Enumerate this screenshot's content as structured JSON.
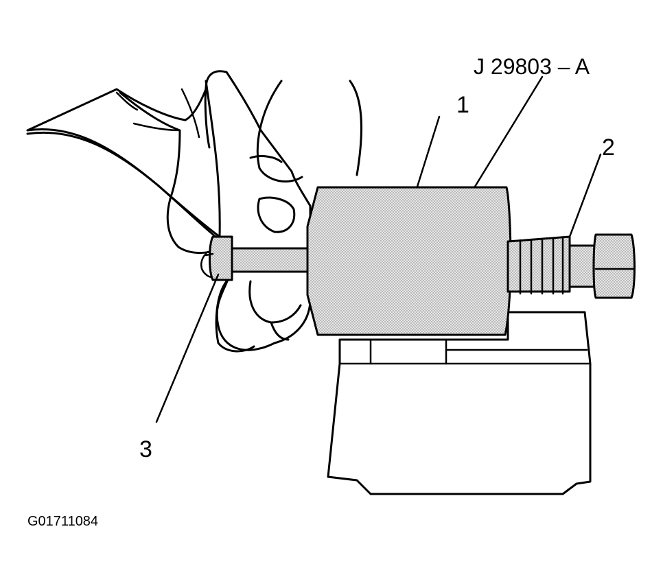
{
  "figure": {
    "tool_label": "J 29803 – A",
    "callouts": [
      "1",
      "2",
      "3"
    ],
    "figure_id": "G01711084"
  }
}
